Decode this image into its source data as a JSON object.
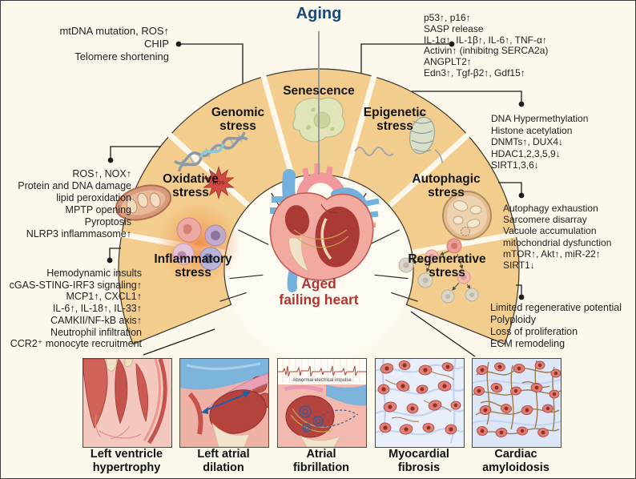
{
  "page": {
    "title": "Aging",
    "center_label": {
      "line1": "Aged",
      "line2": "failing heart"
    }
  },
  "colors": {
    "background": "#fcf8ec",
    "arc_fill": "#f3cd8d",
    "title_blue": "#17497f",
    "center_red": "#b23431",
    "annotation_text": "#222222"
  },
  "segments": {
    "inflammatory": {
      "line1": "Inflammatory",
      "line2": "stress",
      "icon": "immune-cells-icon"
    },
    "oxidative": {
      "line1": "Oxidative",
      "line2": "stress",
      "icon": "mitochondria-ros-icon",
      "star_text": "ROS"
    },
    "genomic": {
      "line1": "Genomic",
      "line2": "stress",
      "icon": "dna-helix-icon"
    },
    "senescence": {
      "line1": "Senescence",
      "line2": "",
      "icon": "senescent-cell-icon"
    },
    "epigenetic": {
      "line1": "Epigenetic",
      "line2": "stress",
      "icon": "chromosome-icon"
    },
    "autophagic": {
      "line1": "Autophagic",
      "line2": "stress",
      "icon": "autophagosome-icon"
    },
    "regenerative": {
      "line1": "Regenerative",
      "line2": "stress",
      "icon": "stem-cells-icon"
    }
  },
  "annotations": {
    "genomic": [
      "mtDNA mutation, ROS↑",
      "CHIP",
      "Telomere shortening"
    ],
    "senescence": [
      "p53↑, p16↑",
      "SASP release",
      "IL-1α↑, IL-1β↑, IL-6↑, TNF-α↑",
      "Activin↑ (inhibitng SERCA2a)",
      "ANGPLT2↑",
      "Edn3↑, Tgf-β2↑, Gdf15↑"
    ],
    "epigenetic": [
      "DNA Hypermethylation",
      "Histone acetylation",
      "DNMTs↑, DUX4↓",
      "HDAC1,2,3,5,9↓",
      "SIRT1,3,6↓"
    ],
    "autophagic": [
      "Autophagy exhaustion",
      "Sarcomere disarray",
      "Vacuole accumulation",
      "mitochondrial dysfunction",
      "mTOR↑, Akt↑, miR-22↑",
      "SIRT1↓"
    ],
    "regenerative": [
      "Limited regenerative potential",
      "Polyploidy",
      "Loss of proliferation",
      "ECM remodeling"
    ],
    "oxidative": [
      "ROS↑, NOX↑",
      "Protein and DNA damage",
      "lipid peroxidation",
      "MPTP opening",
      "Pyroptosis",
      "NLRP3 inflammasome↑"
    ],
    "inflammatory": [
      "Hemodynamic insults",
      "cGAS-STING-IRF3 signaling↑",
      "MCP1↑, CXCL1↑",
      "IL-6↑, IL-18↑, IL-33↑",
      "CAMKII/NF-kB axis↑",
      "Neutrophil infiltration",
      "CCR2⁺ monocyte recruitment"
    ]
  },
  "panels": [
    {
      "line1": "Left ventricle",
      "line2": "hypertrophy"
    },
    {
      "line1": "Left atrial",
      "line2": "dilation"
    },
    {
      "line1": "Atrial",
      "line2": "fibrillation",
      "inner_text": "Abnormal electrical impulse"
    },
    {
      "line1": "Myocardial",
      "line2": "fibrosis"
    },
    {
      "line1": "Cardiac",
      "line2": "amyloidosis"
    }
  ]
}
